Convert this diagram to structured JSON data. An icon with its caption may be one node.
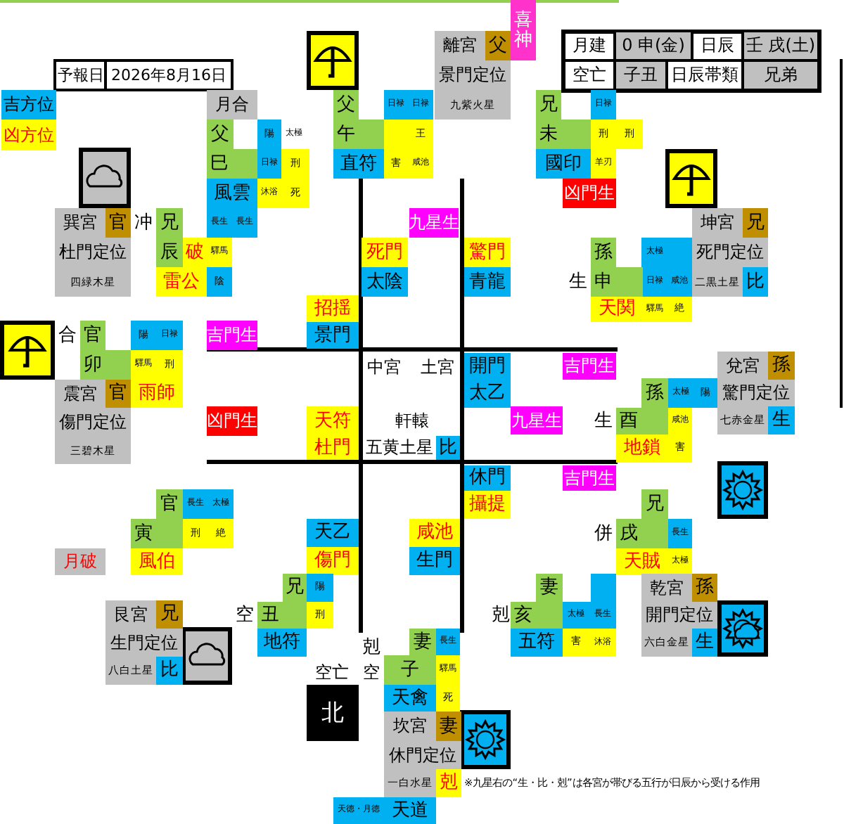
{
  "diagram": {
    "labels": [
      "喜神",
      "離宮",
      "父",
      "月建",
      "0 申(金)",
      "日辰",
      "壬 戌(土)",
      "予報日",
      "2026年8月16日",
      "景門定位",
      "空亡",
      "子丑",
      "日辰帯類",
      "兄弟",
      "吉方位",
      "月合",
      "父",
      "日禄",
      "日禄",
      "九紫火星",
      "兄",
      "日禄",
      "凶方位",
      "父",
      "陽",
      "太極",
      "午",
      "王",
      "未",
      "刑",
      "刑",
      "巳",
      "日禄",
      "刑",
      "直符",
      "害",
      "咸池",
      "國印",
      "羊刃",
      "風雲",
      "沐浴",
      "死",
      "凶門生",
      "巽宮",
      "官",
      "冲",
      "兄",
      "長生",
      "長生",
      "九星生",
      "坤宮",
      "兄",
      "杜門定位",
      "辰",
      "破",
      "驛馬",
      "死門",
      "驚門",
      "孫",
      "太極",
      "死門定位",
      "四緑木星",
      "雷公",
      "陰",
      "太陰",
      "青龍",
      "生",
      "申",
      "日禄",
      "咸池",
      "二黒土星",
      "比",
      "招揺",
      "天関",
      "驛馬",
      "絶",
      "合",
      "官",
      "陽",
      "日禄",
      "吉門生",
      "景門",
      "卯",
      "驛馬",
      "刑",
      "中宮",
      "土宮",
      "開門",
      "吉門生",
      "兌宮",
      "孫",
      "震宮",
      "官",
      "雨師",
      "太乙",
      "孫",
      "太極",
      "陽",
      "驚門定位",
      "傷門定位",
      "凶門生",
      "天符",
      "軒轅",
      "九星生",
      "生",
      "酉",
      "咸池",
      "七赤金星",
      "生",
      "三碧木星",
      "杜門",
      "五黄土星",
      "比",
      "地鎖",
      "害",
      "休門",
      "吉門生",
      "官",
      "長生",
      "太極",
      "攝提",
      "兄",
      "寅",
      "刑",
      "絶",
      "天乙",
      "咸池",
      "併",
      "戌",
      "長生",
      "月破",
      "風伯",
      "傷門",
      "生門",
      "天賊",
      "太極",
      "兄",
      "陽",
      "妻",
      "乾宮",
      "孫",
      "艮宮",
      "兄",
      "空",
      "丑",
      "刑",
      "剋",
      "亥",
      "太極",
      "長生",
      "開門定位",
      "生門定位",
      "地符",
      "剋",
      "妻",
      "長生",
      "五符",
      "害",
      "沐浴",
      "六白金星",
      "生",
      "八白土星",
      "比",
      "子",
      "驛馬",
      "空亡",
      "空",
      "北",
      "天禽",
      "死",
      "坎宮",
      "妻",
      "休門定位",
      "一白水星",
      "剋",
      "※九星右の“生・比・剋”は各宮が帯びる五行が日辰から受ける作用",
      "天徳・月徳",
      "天道"
    ]
  }
}
